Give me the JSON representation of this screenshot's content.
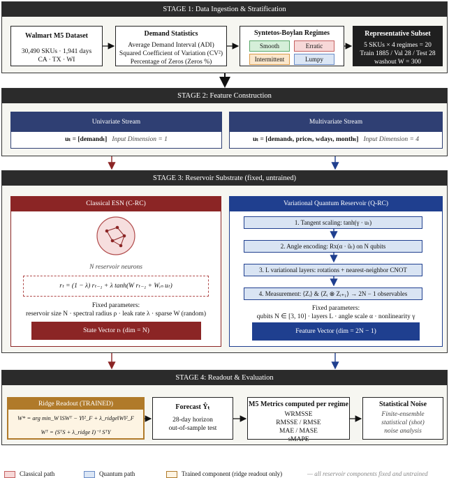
{
  "stage1": {
    "title": "STAGE 1: Data Ingestion & Stratification",
    "dataset": {
      "title": "Walmart M5 Dataset",
      "line1": "30,490 SKUs · 1,941 days",
      "line2": "CA · TX · WI"
    },
    "stats": {
      "title": "Demand Statistics",
      "line1": "Average Demand Interval (ADI)",
      "line2": "Squared Coefficient of Variation (CV²)",
      "line3": "Percentage of Zeros (Zeros %)"
    },
    "regimes": {
      "title": "Syntetos-Boylan Regimes",
      "smooth": "Smooth",
      "erratic": "Erratic",
      "intermittent": "Intermittent",
      "lumpy": "Lumpy"
    },
    "subset": {
      "title": "Representative Subset",
      "line1": "5 SKUs × 4 regimes = 20",
      "line2": "Train 1885 / Val 28 / Test 28",
      "line3": "washout W = 300"
    }
  },
  "stage2": {
    "title": "STAGE 2: Feature Construction",
    "uni": {
      "header": "Univariate Stream",
      "formula": "uₜ = [demandₜ]",
      "dim": "Input Dimension = 1"
    },
    "multi": {
      "header": "Multivariate Stream",
      "formula": "uₜ = [demandₜ, priceₜ, wdayₜ, monthₜ]",
      "dim": "Input Dimension = 4"
    }
  },
  "stage3": {
    "title": "STAGE 3: Reservoir Substrate (fixed, untrained)",
    "classical": {
      "header": "Classical ESN (C-RC)",
      "neurons": "N reservoir neurons",
      "equation": "rₜ = (1 − λ) rₜ₋₁ + λ tanh(W rₜ₋₁ + Wᵢₙ uₜ)",
      "params_title": "Fixed parameters:",
      "params": "reservoir size N · spectral radius ρ · leak rate λ · sparse W (random)",
      "state": "State Vector rₜ (dim = N)"
    },
    "quantum": {
      "header": "Variational Quantum Reservoir (Q-RC)",
      "step1": "1. Tangent scaling: tanh(γ · uₜ)",
      "step2": "2. Angle encoding: Rx(α · ũₜ) on N qubits",
      "step3": "3. L variational layers: rotations + nearest-neighbor CNOT",
      "step4": "4. Measurement: ⟨Zᵢ⟩ & ⟨Zᵢ ⊗ Zᵢ₊₁⟩ → 2N − 1 observables",
      "params_title": "Fixed parameters:",
      "params": "qubits N ∈ [3, 10] · layers L · angle scale α · nonlinearity γ",
      "feature": "Feature Vector (dim = 2N − 1)"
    }
  },
  "stage4": {
    "title": "STAGE 4: Readout & Evaluation",
    "ridge": {
      "header": "Ridge Readout (TRAINED)",
      "eq1": "W* = arg min_W ‖SWᵀ − Y‖²_F + λ_ridge‖W‖²_F",
      "eq2": "Wᵀ = (SᵀS + λ_ridge I)⁻¹ SᵀY"
    },
    "forecast": {
      "title": "Forecast Ŷₜ",
      "line1": "28-day horizon",
      "line2": "out-of-sample test"
    },
    "metrics": {
      "title": "M5 Metrics computed per regime",
      "m1": "WRMSSE",
      "m2": "RMSSE / RMSE",
      "m3": "MAE / MASE",
      "m4": "sMAPE"
    },
    "noise": {
      "title": "Statistical Noise",
      "line1": "Finite-ensemble",
      "line2": "statistical (shot)",
      "line3": "noise analysis"
    }
  },
  "legend": {
    "classical": "Classical path",
    "quantum": "Quantum path",
    "trained": "Trained component (ridge readout only)",
    "note": "all reservoir components fixed and untrained"
  },
  "colors": {
    "classical": "#8b2525",
    "quantum": "#1f3f8f",
    "trained": "#b07a2a",
    "stream": "#2f3f73"
  }
}
